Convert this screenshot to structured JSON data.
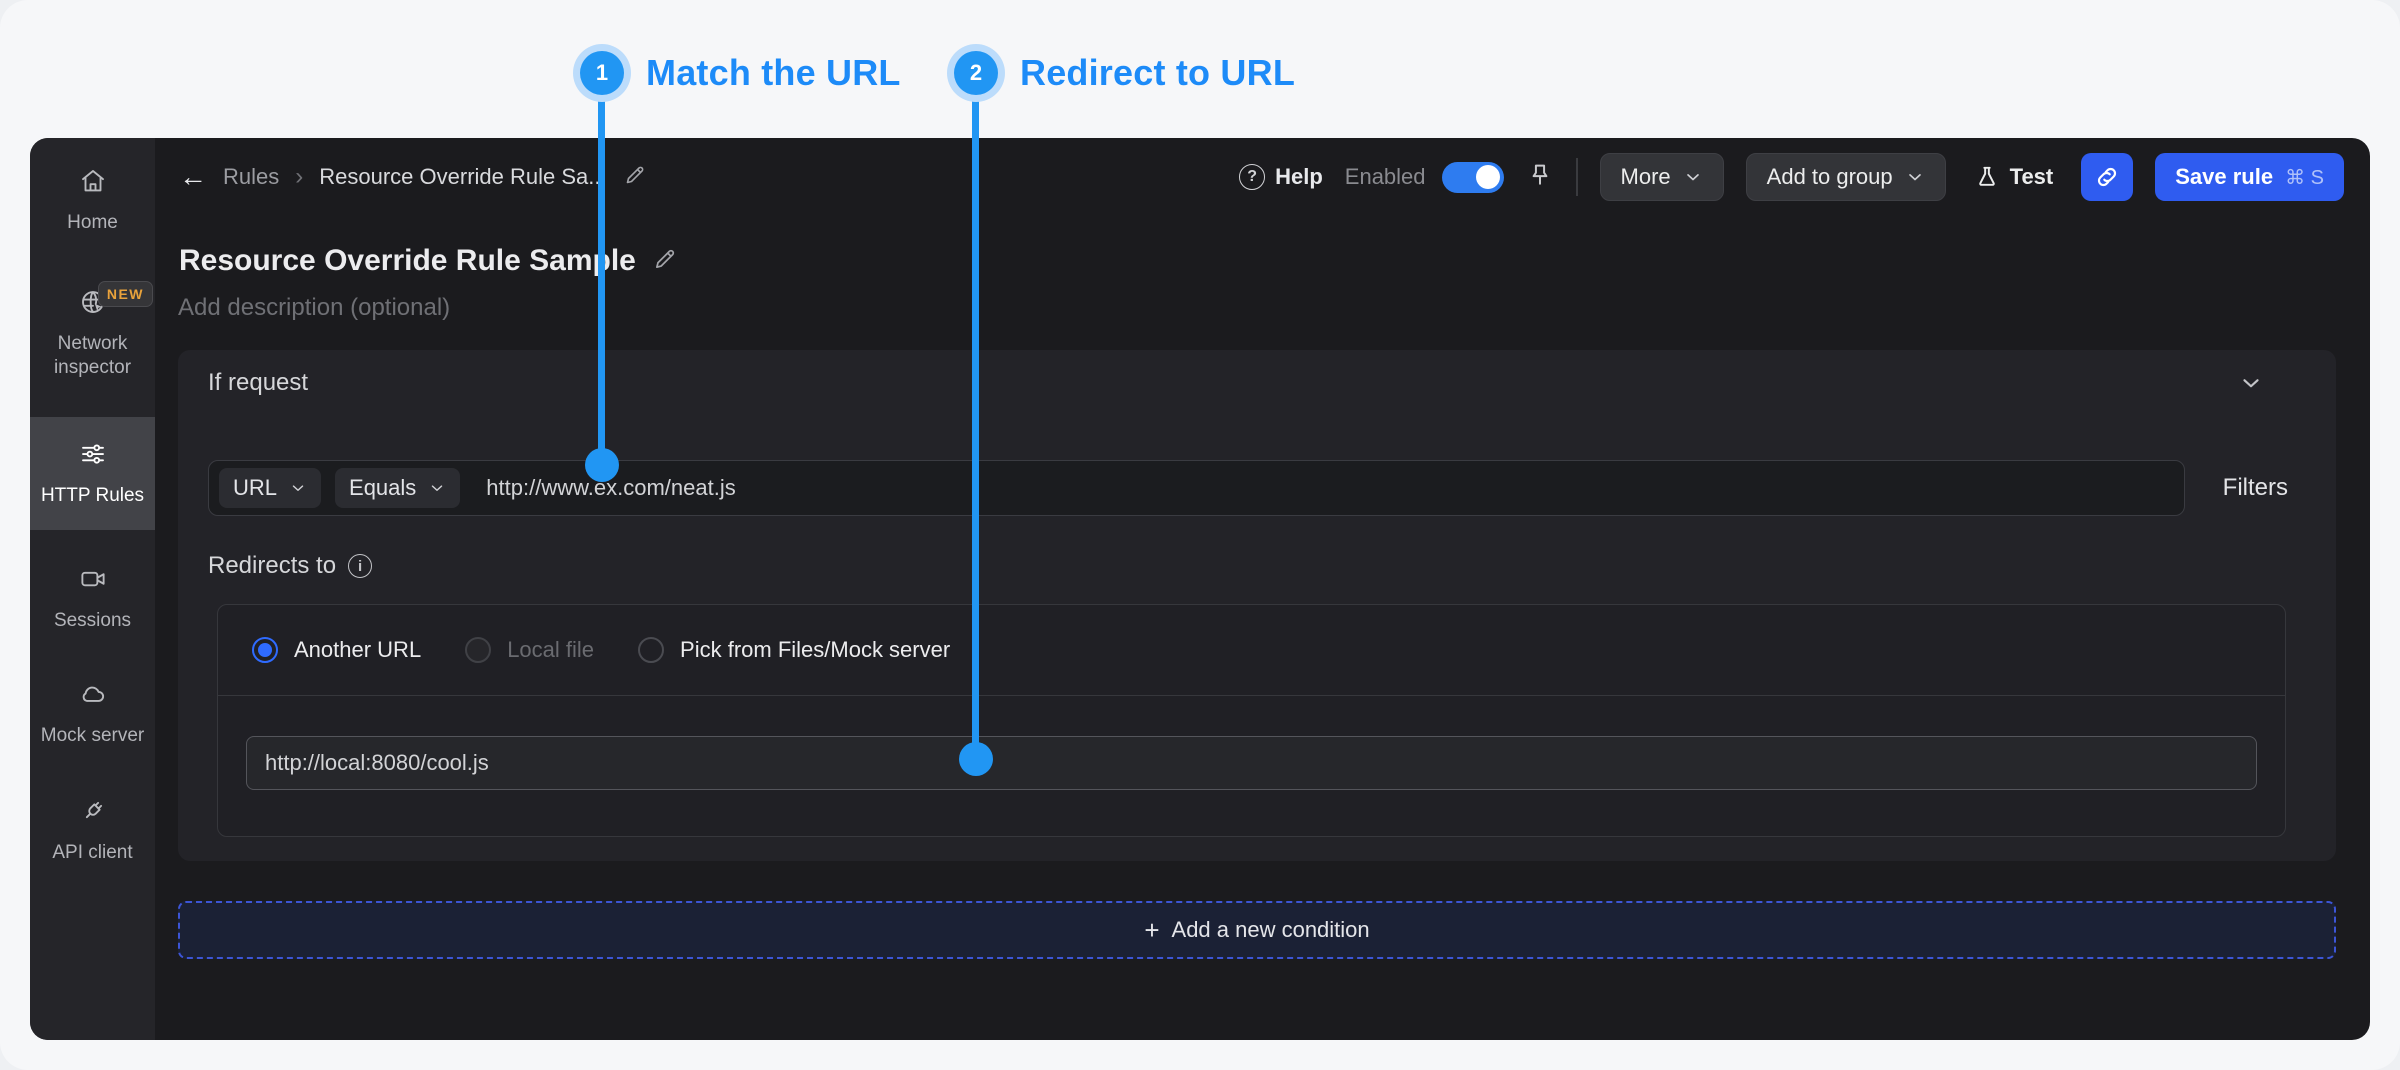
{
  "annotations": {
    "step1": {
      "number": "1",
      "label": "Match the URL"
    },
    "step2": {
      "number": "2",
      "label": "Redirect to URL"
    }
  },
  "sidebar": {
    "items": [
      {
        "label": "Home",
        "icon": "home-icon"
      },
      {
        "label": "Network inspector",
        "icon": "globe-cursor-icon",
        "badge": "NEW"
      },
      {
        "label": "HTTP Rules",
        "icon": "sliders-icon",
        "active": true
      },
      {
        "label": "Sessions",
        "icon": "video-camera-icon"
      },
      {
        "label": "Mock server",
        "icon": "cloud-icon"
      },
      {
        "label": "API client",
        "icon": "plug-icon"
      }
    ]
  },
  "header": {
    "breadcrumb": {
      "root": "Rules",
      "current": "Resource Override Rule Sa..."
    },
    "help_label": "Help",
    "enabled_label": "Enabled",
    "enabled_state": "on",
    "more_label": "More",
    "add_to_group_label": "Add to group",
    "test_label": "Test",
    "save_label": "Save rule",
    "save_shortcut": "⌘ S"
  },
  "icons": {
    "back_arrow": "←",
    "breadcrumb_separator": "›",
    "help_glyph": "?",
    "info_glyph": "i",
    "plus": "+"
  },
  "rule": {
    "title": "Resource Override Rule Sample",
    "description_placeholder": "Add description (optional)"
  },
  "condition": {
    "section_title": "If request",
    "key_selector": "URL",
    "operator_selector": "Equals",
    "value": "http://www.ex.com/neat.js",
    "filters_label": "Filters"
  },
  "redirect": {
    "label": "Redirects to",
    "options": [
      {
        "label": "Another URL",
        "state": "selected"
      },
      {
        "label": "Local file",
        "state": "disabled"
      },
      {
        "label": "Pick from Files/Mock server",
        "state": "default"
      }
    ],
    "destination_value": "http://local:8080/cool.js"
  },
  "footer": {
    "add_condition_label": "Add a new condition"
  },
  "colors": {
    "annotation_blue": "#2196f3",
    "button_blue": "#2f5cf0",
    "radio_blue": "#2f6bff",
    "badge_orange": "#e9a23b",
    "window_bg": "#1b1b1e",
    "sidebar_bg": "#252529",
    "panel_bg": "#232328"
  }
}
